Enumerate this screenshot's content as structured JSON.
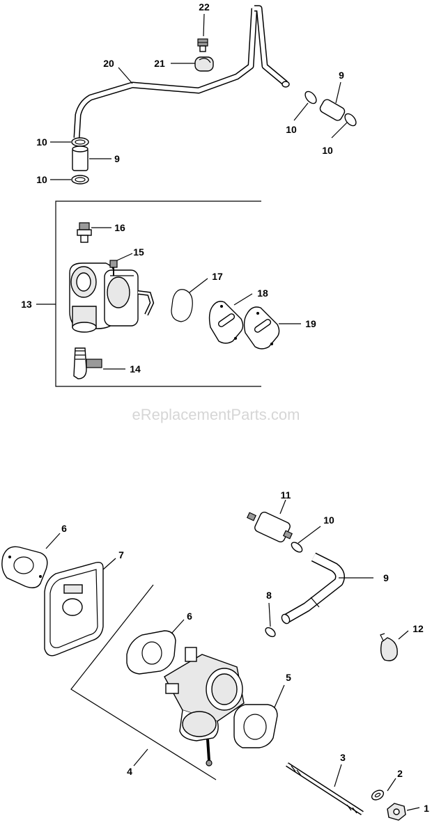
{
  "watermark": "eReplacementParts.com",
  "callouts": {
    "c22": "22",
    "c21": "21",
    "c20": "20",
    "c9a": "9",
    "c10a": "10",
    "c10b": "10",
    "c10c": "10",
    "c9b": "9",
    "c10d": "10",
    "c16": "16",
    "c15": "15",
    "c17": "17",
    "c18": "18",
    "c19": "19",
    "c13": "13",
    "c14": "14",
    "c11": "11",
    "c10e": "10",
    "c9c": "9",
    "c8": "8",
    "c12": "12",
    "c6a": "6",
    "c7": "7",
    "c6b": "6",
    "c5": "5",
    "c4": "4",
    "c3": "3",
    "c2": "2",
    "c1": "1"
  }
}
